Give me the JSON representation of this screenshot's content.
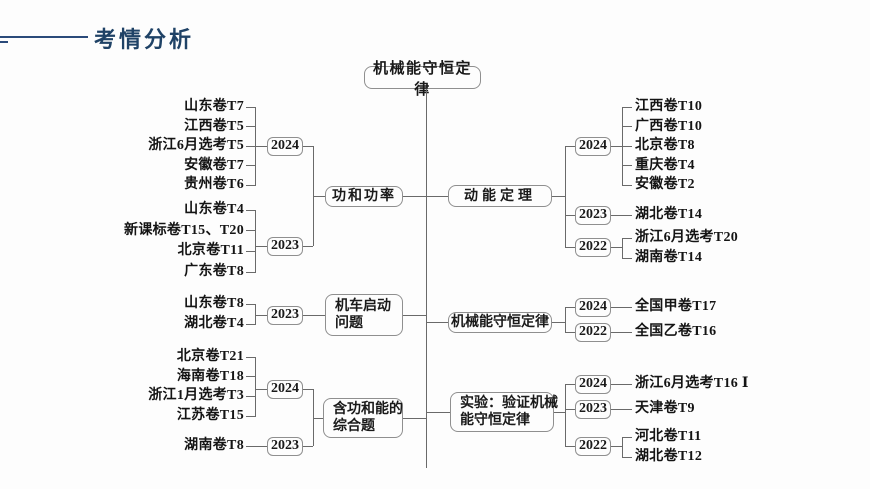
{
  "header": {
    "title": "考情分析"
  },
  "root": {
    "label": "机械能守恒定律"
  },
  "colors": {
    "header_accent": "#2a4a7a",
    "header_text": "#1f4266",
    "connector_line": "#6a6a6a",
    "box_border": "#8f8f8f",
    "text": "#1a1a1a",
    "background": "#fdfdfd"
  },
  "left_branches": [
    {
      "label_lines": [
        "功和功率"
      ],
      "groups": [
        {
          "year": "2024",
          "items": [
            "山东卷T7",
            "江西卷T5",
            "浙江6月选考T5",
            "安徽卷T7",
            "贵州卷T6"
          ]
        },
        {
          "year": "2023",
          "items": [
            "山东卷T4",
            "新课标卷T15、T20",
            "北京卷T11",
            "广东卷T8"
          ]
        }
      ]
    },
    {
      "label_lines": [
        "机车启动",
        "问题"
      ],
      "groups": [
        {
          "year": "2023",
          "items": [
            "山东卷T8",
            "湖北卷T4"
          ]
        }
      ]
    },
    {
      "label_lines": [
        "含功和能的",
        "综合题"
      ],
      "groups": [
        {
          "year": "2024",
          "items": [
            "北京卷T21",
            "海南卷T18",
            "浙江1月选考T3",
            "江苏卷T15"
          ]
        },
        {
          "year": "2023",
          "items": [
            "湖南卷T8"
          ]
        }
      ]
    }
  ],
  "right_branches": [
    {
      "label_lines": [
        "动能定理"
      ],
      "groups": [
        {
          "year": "2024",
          "items": [
            "江西卷T10",
            "广西卷T10",
            "北京卷T8",
            "重庆卷T4",
            "安徽卷T2"
          ]
        },
        {
          "year": "2023",
          "items": [
            "湖北卷T14"
          ]
        },
        {
          "year": "2022",
          "items": [
            "浙江6月选考T20",
            "湖南卷T14"
          ]
        }
      ]
    },
    {
      "label_lines": [
        "机械能守恒定律"
      ],
      "groups": [
        {
          "year": "2024",
          "items": [
            "全国甲卷T17"
          ]
        },
        {
          "year": "2022",
          "items": [
            "全国乙卷T16"
          ]
        }
      ]
    },
    {
      "label_lines": [
        "实验：验证机械",
        "能守恒定律"
      ],
      "groups": [
        {
          "year": "2024",
          "items": [
            "浙江6月选考T16 Ⅰ"
          ]
        },
        {
          "year": "2023",
          "items": [
            "天津卷T9"
          ]
        },
        {
          "year": "2022",
          "items": [
            "河北卷T11",
            "湖北卷T12"
          ]
        }
      ]
    }
  ]
}
